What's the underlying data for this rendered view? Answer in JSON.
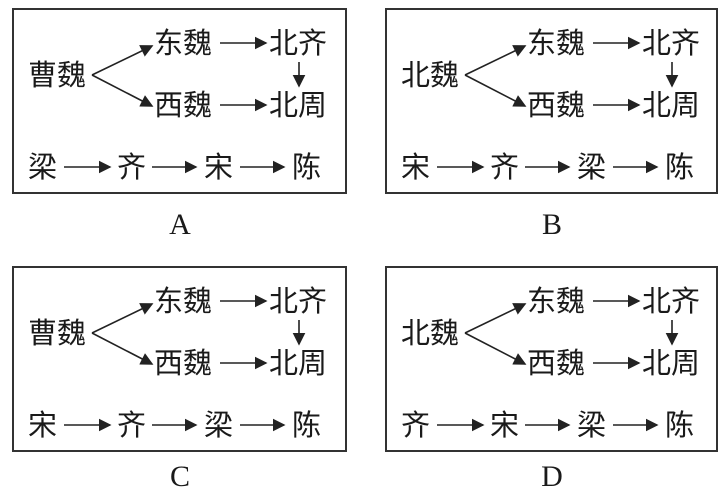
{
  "options": [
    {
      "letter": "A",
      "origin": "曹魏",
      "upper": [
        "东魏",
        "北齐"
      ],
      "lower": [
        "西魏",
        "北周"
      ],
      "south": [
        "梁",
        "齐",
        "宋",
        "陈"
      ]
    },
    {
      "letter": "B",
      "origin": "北魏",
      "upper": [
        "东魏",
        "北齐"
      ],
      "lower": [
        "西魏",
        "北周"
      ],
      "south": [
        "宋",
        "齐",
        "梁",
        "陈"
      ]
    },
    {
      "letter": "C",
      "origin": "曹魏",
      "upper": [
        "东魏",
        "北齐"
      ],
      "lower": [
        "西魏",
        "北周"
      ],
      "south": [
        "宋",
        "齐",
        "梁",
        "陈"
      ]
    },
    {
      "letter": "D",
      "origin": "北魏",
      "upper": [
        "东魏",
        "北齐"
      ],
      "lower": [
        "西魏",
        "北周"
      ],
      "south": [
        "齐",
        "宋",
        "梁",
        "陈"
      ]
    }
  ]
}
